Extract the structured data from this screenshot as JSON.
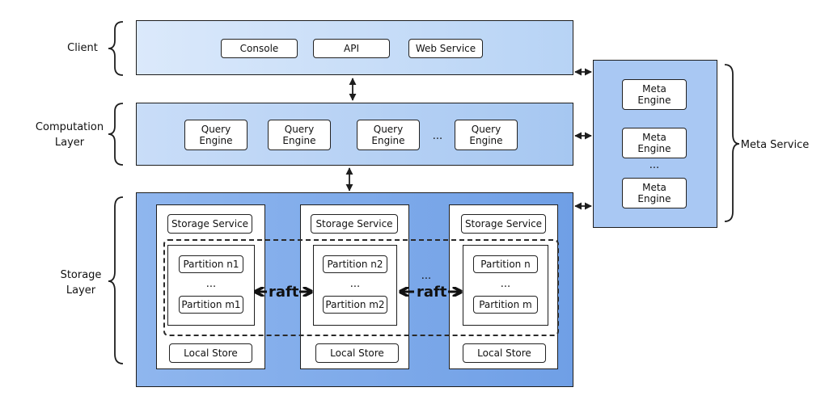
{
  "client": {
    "label": "Client",
    "items": [
      "Console",
      "API",
      "Web Service"
    ]
  },
  "computation": {
    "label": "Computation\nLayer",
    "engines": [
      "Query\nEngine",
      "Query\nEngine",
      "Query\nEngine",
      "Query\nEngine"
    ],
    "ellipsis": "..."
  },
  "storage": {
    "label": "Storage\nLayer",
    "nodes": [
      {
        "service": "Storage Service",
        "partitions": [
          "Partition n1",
          "Partition m1"
        ],
        "store": "Local Store"
      },
      {
        "service": "Storage Service",
        "partitions": [
          "Partition n2",
          "Partition m2"
        ],
        "store": "Local Store"
      },
      {
        "service": "Storage Service",
        "partitions": [
          "Partition n",
          "Partition m"
        ],
        "store": "Local Store"
      }
    ],
    "partition_ellipsis": "...",
    "raft_label": "raft",
    "between_ellipsis": "..."
  },
  "meta": {
    "label": "Meta Service",
    "engines": [
      "Meta\nEngine",
      "Meta\nEngine",
      "Meta\nEngine"
    ],
    "ellipsis": "..."
  },
  "colors": {
    "client_fill": "#b7d3f5",
    "compute_fill": "#a6c7f1",
    "storage_fill": "#6f9fe6",
    "meta_fill": "#a9c8f3",
    "stroke": "#1d1d1d"
  }
}
